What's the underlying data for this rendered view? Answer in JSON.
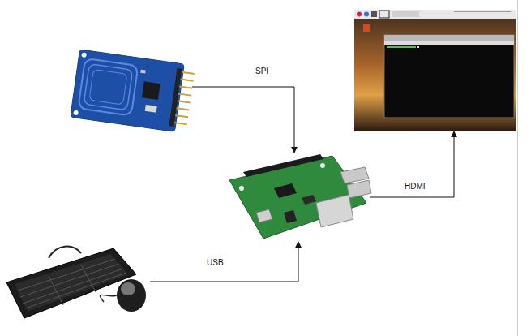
{
  "diagram": {
    "nodes": [
      {
        "text": []
      },
      {
        "text": []
      },
      {
        "text": []
      },
      {
        "text": []
      }
    ],
    "edges": [
      {
        "from": 0,
        "to": 2,
        "arrow": "to",
        "label": "SPI"
      },
      {
        "from": 3,
        "to": 2,
        "arrow": "to",
        "label": "USB"
      },
      {
        "from": 2,
        "to": 1,
        "arrow": "to",
        "label": "HDMI"
      }
    ]
  }
}
